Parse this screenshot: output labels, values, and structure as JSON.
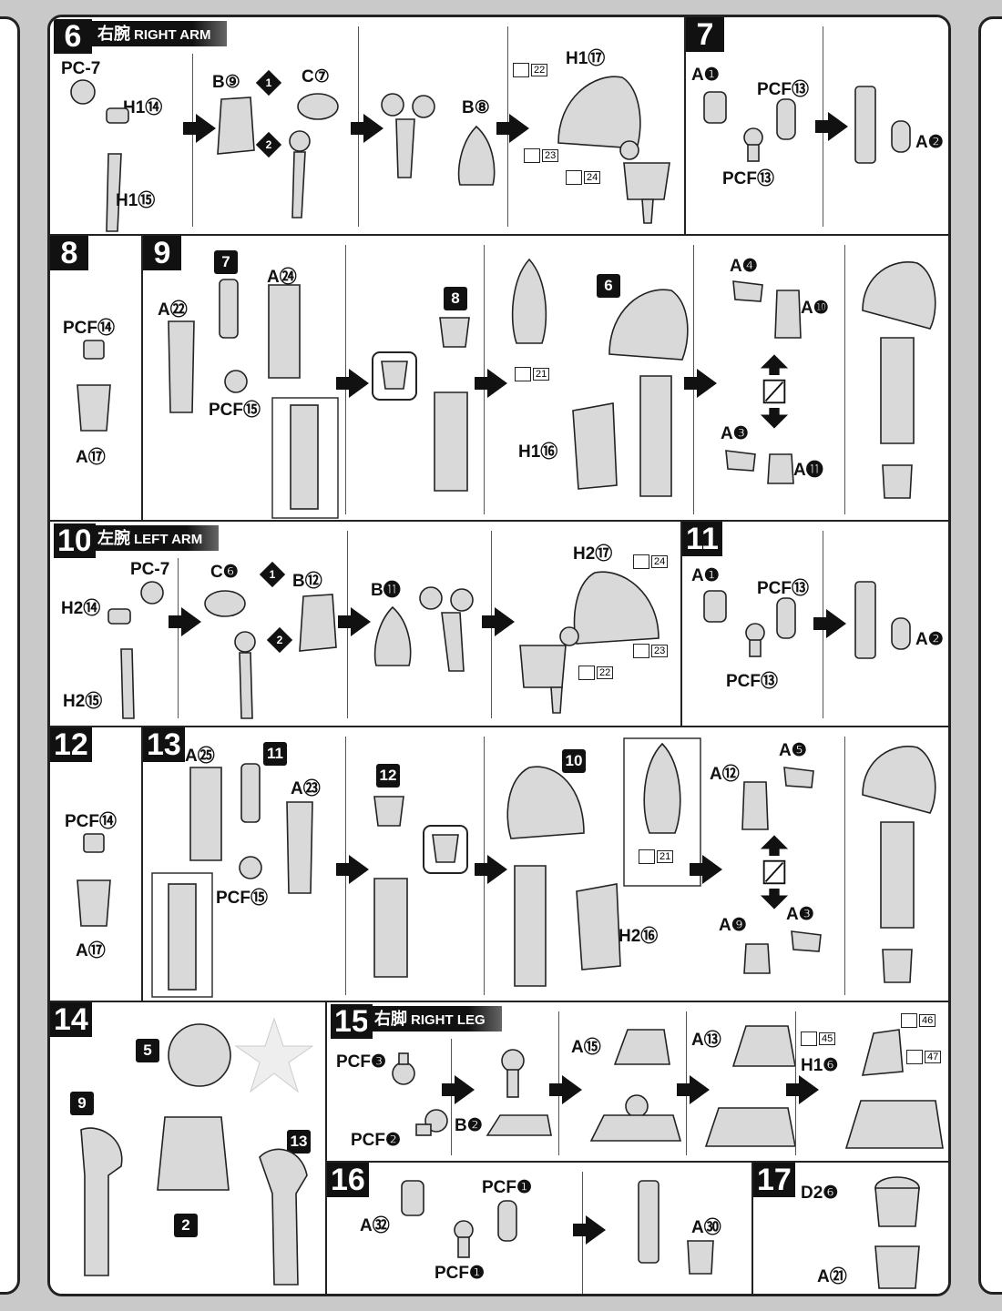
{
  "steps": {
    "s6": {
      "num": "6",
      "jp": "右腕",
      "title": "RIGHT ARM"
    },
    "s7": {
      "num": "7"
    },
    "s8": {
      "num": "8"
    },
    "s9": {
      "num": "9"
    },
    "s10": {
      "num": "10",
      "jp": "左腕",
      "title": "LEFT ARM"
    },
    "s11": {
      "num": "11"
    },
    "s12": {
      "num": "12"
    },
    "s13": {
      "num": "13"
    },
    "s14": {
      "num": "14"
    },
    "s15": {
      "num": "15",
      "jp": "右脚",
      "title": "RIGHT LEG"
    },
    "s16": {
      "num": "16"
    },
    "s17": {
      "num": "17"
    }
  },
  "labels": {
    "pc7": "PC-7",
    "h1_14": "H1⑭",
    "h1_15": "H1⑮",
    "b9": "B⑨",
    "c7": "C⑦",
    "b8": "B⑧",
    "h1_17": "H1⑰",
    "a1": "A❶",
    "pcf13": "PCF⑬",
    "pcf13b": "PCF⑬",
    "a2": "A❷",
    "pcf14": "PCF⑭",
    "a17": "A⑰",
    "a22": "A㉒",
    "a24": "A㉔",
    "pcf15": "PCF⑮",
    "h1_16": "H1⑯",
    "a4": "A❹",
    "a10": "A❿",
    "a3": "A❸",
    "a11": "A⓫",
    "pc7b": "PC-7",
    "h2_14": "H2⑭",
    "h2_15": "H2⑮",
    "c6": "C❻",
    "b12": "B⑫",
    "b11": "B⓫",
    "h2_17": "H2⑰",
    "a1b": "A❶",
    "pcf13c": "PCF⑬",
    "pcf13d": "PCF⑬",
    "a2b": "A❷",
    "pcf14b": "PCF⑭",
    "a17b": "A⑰",
    "a25": "A㉕",
    "a23": "A㉓",
    "pcf15b": "PCF⑮",
    "h2_16": "H2⑯",
    "a5": "A❺",
    "a12": "A⑫",
    "a9": "A❾",
    "a3b": "A❸",
    "pcf3": "PCF❸",
    "pcf2": "PCF❷",
    "b2": "B❷",
    "a15": "A⑮",
    "a13": "A⑬",
    "h1_6": "H1❻",
    "a32": "A㉜",
    "pcf1": "PCF❶",
    "pcf1b": "PCF❶",
    "a30": "A㉚",
    "d26": "D2❻",
    "a21": "A㉑"
  },
  "badges": {
    "b7": "7",
    "b8": "8",
    "b6": "6",
    "b11": "11",
    "b12": "12",
    "b10": "10",
    "b5": "5",
    "b9": "9",
    "b13": "13",
    "b2": "2"
  },
  "stickers": {
    "s22": "22",
    "s23": "23",
    "s24": "24",
    "s21": "21",
    "s24b": "24",
    "s23b": "23",
    "s22b": "22",
    "s21b": "21",
    "s45": "45",
    "s46": "46",
    "s47": "47"
  },
  "markers": {
    "m1": "1",
    "m2": "2",
    "m1b": "1",
    "m2b": "2"
  },
  "icons": {
    "arrow": "right-arrow-icon",
    "swap": "swap-hand-icon"
  }
}
